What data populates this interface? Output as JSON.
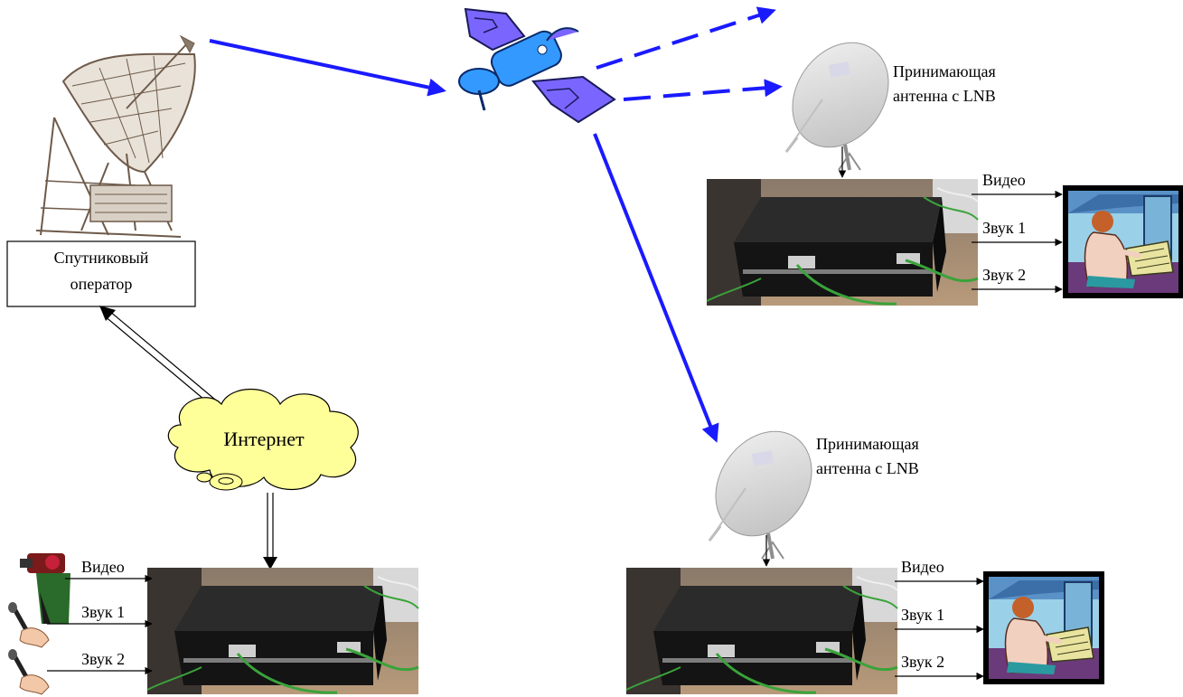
{
  "operator": {
    "line1": "Спутниковый",
    "line2": "оператор"
  },
  "internet": "Интернет",
  "receivers": [
    {
      "label_line1": "Принимающая",
      "label_line2": "антенна с LNB",
      "signals": [
        "Видео",
        "Звук 1",
        "Звук 2"
      ]
    },
    {
      "label_line1": "Принимающая",
      "label_line2": "антенна с LNB",
      "signals": [
        "Видео",
        "Звук 1",
        "Звук 2"
      ]
    }
  ],
  "source": {
    "signals": [
      "Видео",
      "Звук 1",
      "Звук 2"
    ]
  },
  "colors": {
    "beam": "#1a1aff",
    "cloud": "#ffff99",
    "satellite_body": "#3399ff",
    "satellite_panels": "#7a66ff"
  }
}
